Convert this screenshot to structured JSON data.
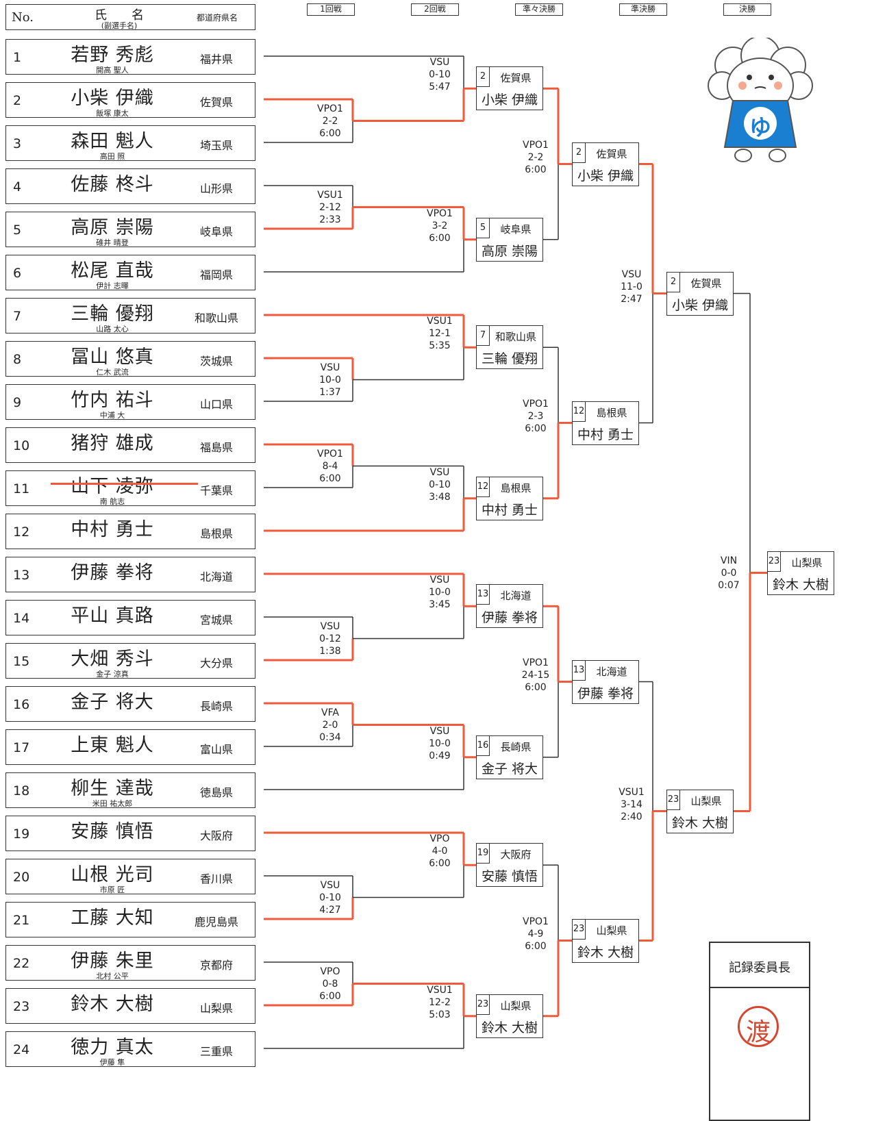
{
  "header": {
    "no": "No.",
    "name": "氏　　名",
    "name_sub": "(副選手名)",
    "prefecture": "都道府県名",
    "rounds": [
      "1回戦",
      "2回戦",
      "準々決勝",
      "準決勝",
      "決勝"
    ]
  },
  "entries": [
    {
      "no": "1",
      "name": "若野 秀彪",
      "sub": "開高 聖人",
      "pref": "福井県"
    },
    {
      "no": "2",
      "name": "小柴 伊織",
      "sub": "飯塚 康太",
      "pref": "佐賀県"
    },
    {
      "no": "3",
      "name": "森田 魁人",
      "sub": "高田 照",
      "pref": "埼玉県"
    },
    {
      "no": "4",
      "name": "佐藤 柊斗",
      "sub": "",
      "pref": "山形県"
    },
    {
      "no": "5",
      "name": "高原 崇陽",
      "sub": "碓井 晴登",
      "pref": "岐阜県"
    },
    {
      "no": "6",
      "name": "松尾 直哉",
      "sub": "伊計 志暉",
      "pref": "福岡県"
    },
    {
      "no": "7",
      "name": "三輪 優翔",
      "sub": "山路 太心",
      "pref": "和歌山県"
    },
    {
      "no": "8",
      "name": "冨山 悠真",
      "sub": "仁木 武流",
      "pref": "茨城県"
    },
    {
      "no": "9",
      "name": "竹内 祐斗",
      "sub": "中浦 大",
      "pref": "山口県"
    },
    {
      "no": "10",
      "name": "猪狩 雄成",
      "sub": "",
      "pref": "福島県"
    },
    {
      "no": "11",
      "name": "山下 凌弥",
      "sub": "南 航志",
      "pref": "千葉県"
    },
    {
      "no": "12",
      "name": "中村 勇士",
      "sub": "",
      "pref": "島根県"
    },
    {
      "no": "13",
      "name": "伊藤 拳将",
      "sub": "",
      "pref": "北海道"
    },
    {
      "no": "14",
      "name": "平山 真路",
      "sub": "",
      "pref": "宮城県"
    },
    {
      "no": "15",
      "name": "大畑 秀斗",
      "sub": "金子 涼真",
      "pref": "大分県"
    },
    {
      "no": "16",
      "name": "金子 将大",
      "sub": "",
      "pref": "長崎県"
    },
    {
      "no": "17",
      "name": "上東 魁人",
      "sub": "",
      "pref": "富山県"
    },
    {
      "no": "18",
      "name": "柳生 達哉",
      "sub": "米田 祐太郎",
      "pref": "徳島県"
    },
    {
      "no": "19",
      "name": "安藤 慎悟",
      "sub": "",
      "pref": "大阪府"
    },
    {
      "no": "20",
      "name": "山根 光司",
      "sub": "市原 匠",
      "pref": "香川県"
    },
    {
      "no": "21",
      "name": "工藤 大知",
      "sub": "",
      "pref": "鹿児島県"
    },
    {
      "no": "22",
      "name": "伊藤 朱里",
      "sub": "北村 公平",
      "pref": "京都府"
    },
    {
      "no": "23",
      "name": "鈴木 大樹",
      "sub": "",
      "pref": "山梨県"
    },
    {
      "no": "24",
      "name": "徳力 真太",
      "sub": "伊藤 隼",
      "pref": "三重県"
    }
  ],
  "round1_scores": [
    [
      "VPO1",
      "2-2",
      "6:00"
    ],
    [
      "VSU1",
      "2-12",
      "2:33"
    ],
    [
      "VSU",
      "10-0",
      "1:37"
    ],
    [
      "VPO1",
      "8-4",
      "6:00"
    ],
    [
      "VSU",
      "0-12",
      "1:38"
    ],
    [
      "VFA",
      "2-0",
      "0:34"
    ],
    [
      "VSU",
      "0-10",
      "4:27"
    ],
    [
      "VPO",
      "0-8",
      "6:00"
    ]
  ],
  "round2_scores": [
    [
      "VSU",
      "0-10",
      "5:47"
    ],
    [
      "VPO1",
      "3-2",
      "6:00"
    ],
    [
      "VSU1",
      "12-1",
      "5:35"
    ],
    [
      "VSU",
      "0-10",
      "3:48"
    ],
    [
      "VSU",
      "10-0",
      "3:45"
    ],
    [
      "VSU",
      "10-0",
      "0:49"
    ],
    [
      "VPO",
      "4-0",
      "6:00"
    ],
    [
      "VSU1",
      "12-2",
      "5:03"
    ]
  ],
  "round2_winners": [
    {
      "no": "2",
      "pref": "佐賀県",
      "name": "小柴 伊織"
    },
    {
      "no": "5",
      "pref": "岐阜県",
      "name": "高原 崇陽"
    },
    {
      "no": "7",
      "pref": "和歌山県",
      "name": "三輪 優翔"
    },
    {
      "no": "12",
      "pref": "島根県",
      "name": "中村 勇士"
    },
    {
      "no": "13",
      "pref": "北海道",
      "name": "伊藤 拳将"
    },
    {
      "no": "16",
      "pref": "長崎県",
      "name": "金子 将大"
    },
    {
      "no": "19",
      "pref": "大阪府",
      "name": "安藤 慎悟"
    },
    {
      "no": "23",
      "pref": "山梨県",
      "name": "鈴木 大樹"
    }
  ],
  "qf_scores": [
    [
      "VPO1",
      "2-2",
      "6:00"
    ],
    [
      "VPO1",
      "2-3",
      "6:00"
    ],
    [
      "VPO1",
      "24-15",
      "6:00"
    ],
    [
      "VPO1",
      "4-9",
      "6:00"
    ]
  ],
  "qf_winners": [
    {
      "no": "2",
      "pref": "佐賀県",
      "name": "小柴 伊織"
    },
    {
      "no": "12",
      "pref": "島根県",
      "name": "中村 勇士"
    },
    {
      "no": "13",
      "pref": "北海道",
      "name": "伊藤 拳将"
    },
    {
      "no": "23",
      "pref": "山梨県",
      "name": "鈴木 大樹"
    }
  ],
  "sf_scores": [
    [
      "VSU",
      "11-0",
      "2:47"
    ],
    [
      "VSU1",
      "3-14",
      "2:40"
    ]
  ],
  "sf_winners": [
    {
      "no": "2",
      "pref": "佐賀県",
      "name": "小柴 伊織"
    },
    {
      "no": "23",
      "pref": "山梨県",
      "name": "鈴木 大樹"
    }
  ],
  "final_score": [
    "VIN",
    "0-0",
    "0:07"
  ],
  "champion": {
    "no": "23",
    "pref": "山梨県",
    "name": "鈴木 大樹"
  },
  "mascot": {
    "letter": "ゆ"
  },
  "official": {
    "title": "記録委員長",
    "seal": "渡"
  },
  "colors": {
    "winner_line": "#ee5a3a",
    "line": "#333333",
    "mascot_blue": "#1a7fd0",
    "seal": "#d6452e"
  }
}
